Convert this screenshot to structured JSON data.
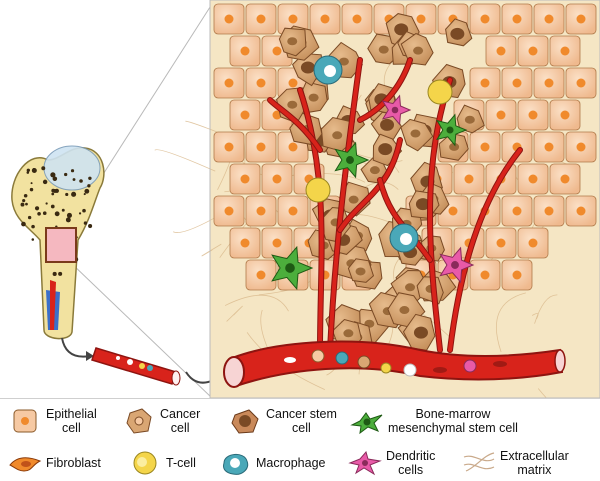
{
  "legend": {
    "epithelial": "Epithelial\ncell",
    "cancer": "Cancer\ncell",
    "cancer_stem": "Cancer stem\ncell",
    "mesenchymal": "Bone-marrow\nmesenchymal stem cell",
    "fibroblast": "Fibroblast",
    "tcell": "T-cell",
    "macrophage": "Macrophage",
    "dendritic": "Dendritic\ncells",
    "ecm": "Extracellular\nmatrix"
  },
  "colors": {
    "epithelial_fill": "#f6c9a3",
    "epithelial_nucleus": "#f08a2c",
    "cancer_fill": "#d9a673",
    "cancer_nucleus": "#7a4a25",
    "vessel": "#d8231b",
    "tcell": "#f4d54a",
    "macrophage": "#4aa8b8",
    "mesenchymal": "#4cae3c",
    "dendritic": "#e85aa8",
    "ecm_background": "#f5e6c4",
    "bone": "#f2e2a0"
  }
}
